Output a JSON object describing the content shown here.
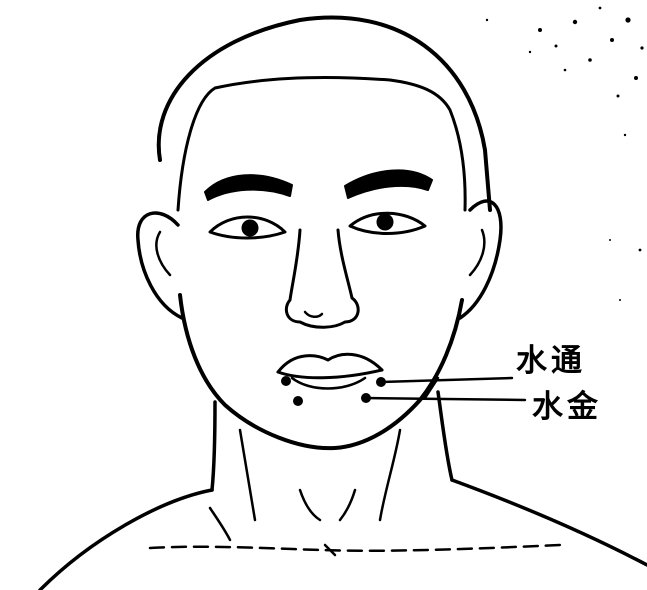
{
  "figure": {
    "labels": [
      {
        "id": "shuitong",
        "text": "水通"
      },
      {
        "id": "shuijin",
        "text": "水金"
      }
    ],
    "colors": {
      "ink": "#000000",
      "paper": "#ffffff"
    }
  }
}
